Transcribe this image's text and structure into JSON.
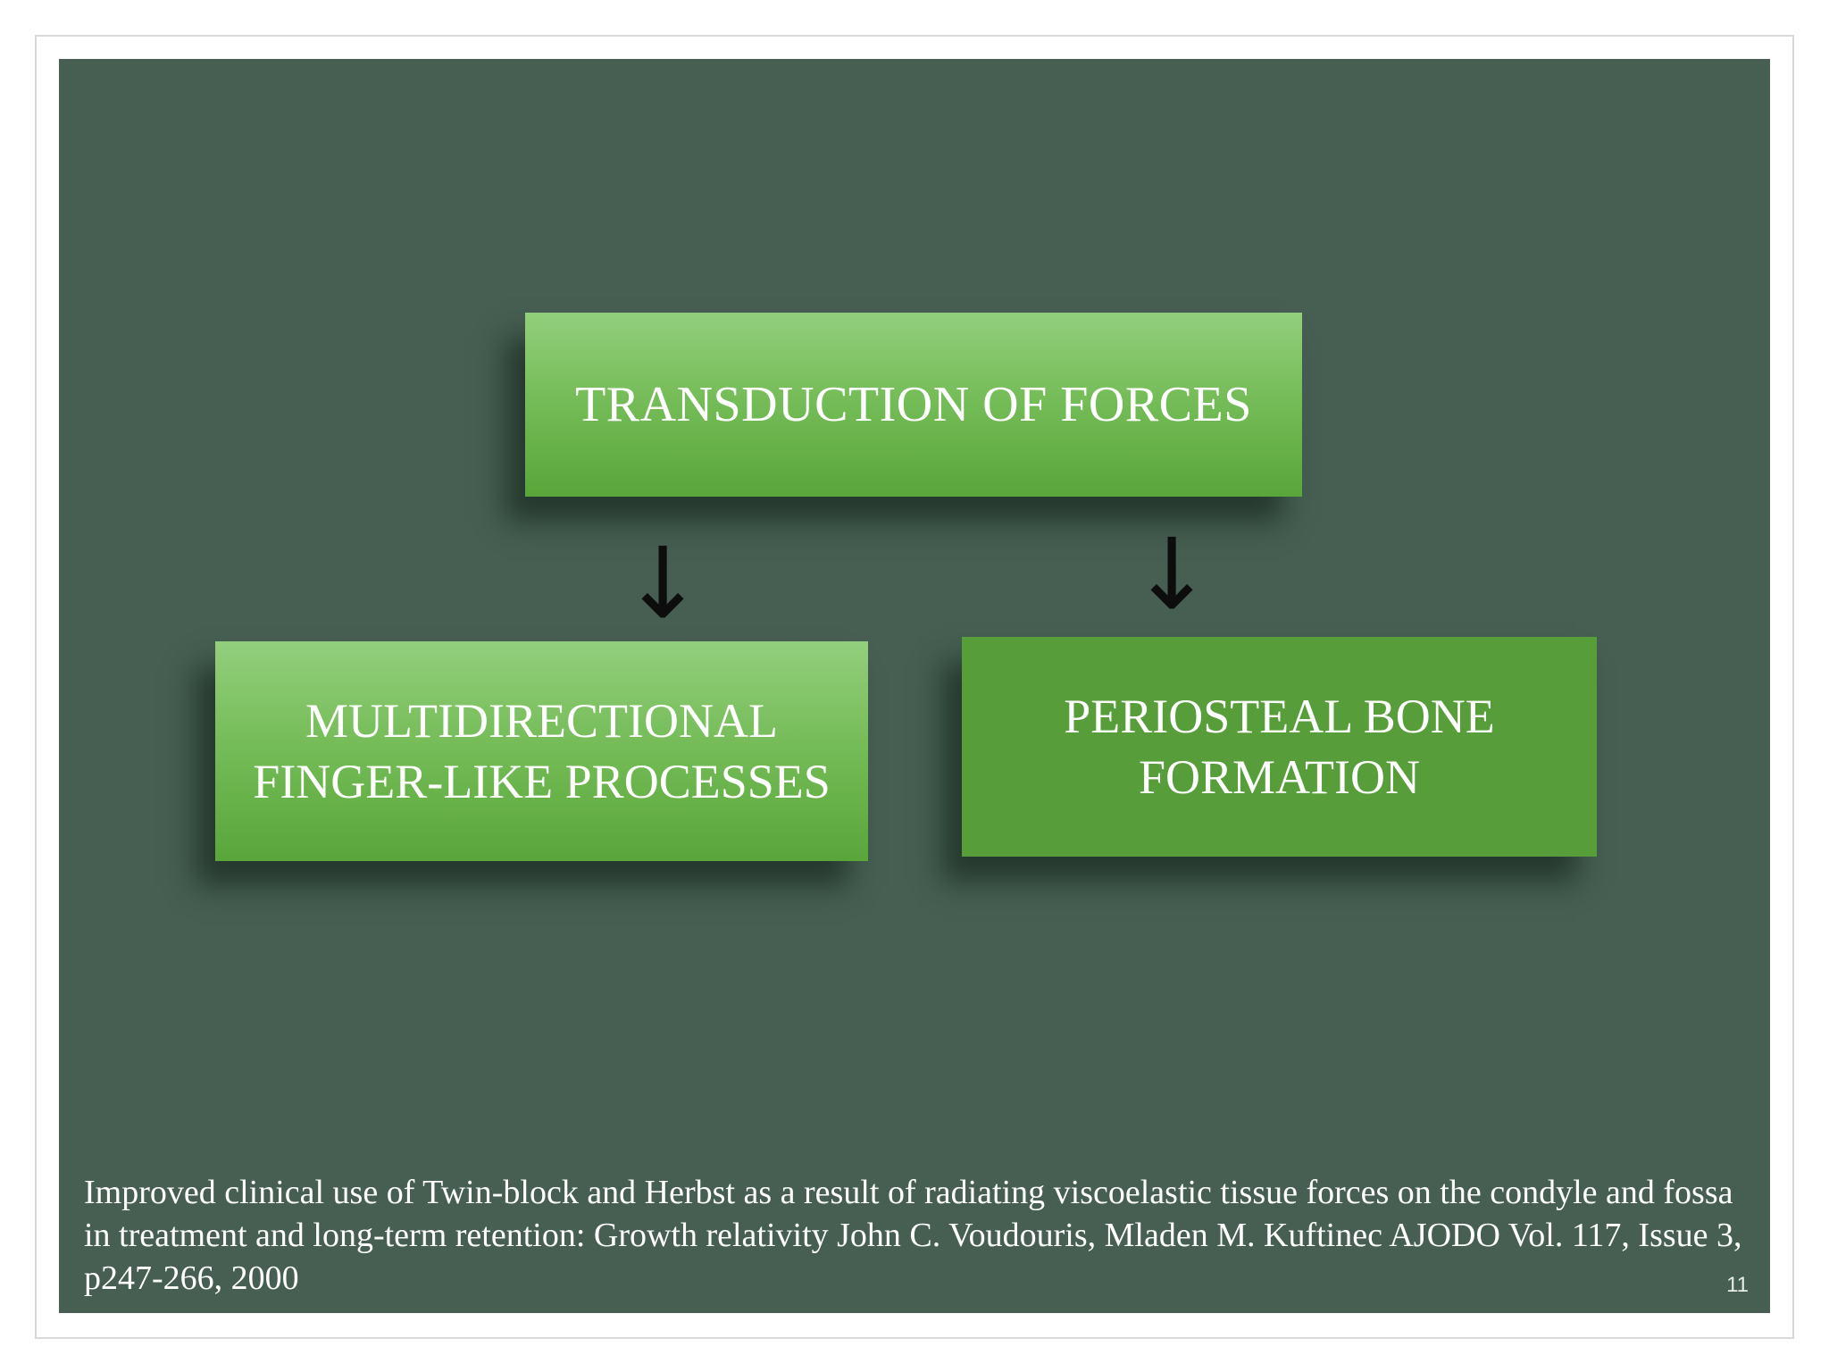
{
  "diagram": {
    "top_box": {
      "label": "TRANSDUCTION OF FORCES"
    },
    "left_box": {
      "line1": "MULTIDIRECTIONAL",
      "line2": "FINGER-LIKE PROCESSES"
    },
    "right_box": {
      "line1": "PERIOSTEAL BONE",
      "line2": "FORMATION"
    },
    "arrow_glyph": "↓"
  },
  "citation": "Improved clinical use of Twin-block and Herbst as a result of radiating viscoelastic tissue forces on the condyle and fossa in treatment and long-term retention: Growth relativity John C. Voudouris, Mladen M. Kuftinec AJODO Vol. 117, Issue 3, p247-266, 2000",
  "page_number": "11",
  "colors": {
    "slide_background": "#465f52",
    "box_gradient_top": "#93cf7c",
    "box_gradient_bottom": "#5aa63a",
    "box_flat": "#579e3a"
  }
}
